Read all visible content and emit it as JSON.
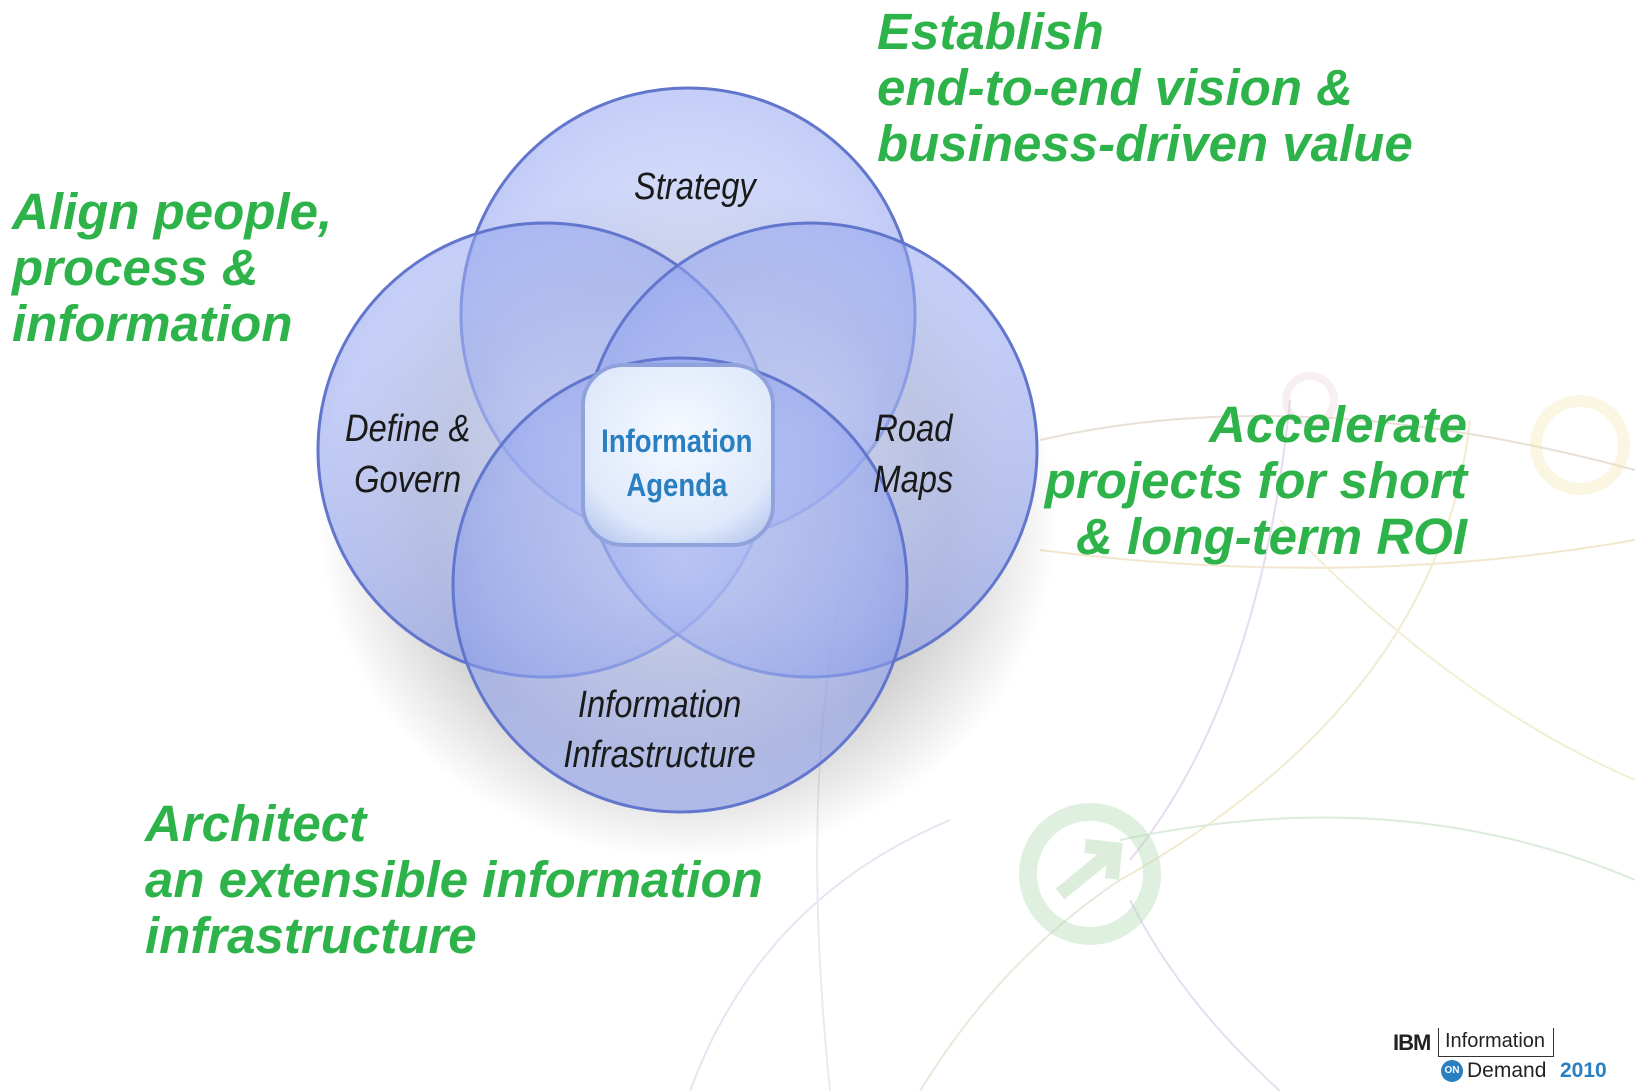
{
  "diagram": {
    "circles": [
      {
        "id": "strategy",
        "label_lines": [
          "Strategy"
        ]
      },
      {
        "id": "define",
        "label_lines": [
          "Define &",
          "Govern"
        ]
      },
      {
        "id": "roadmaps",
        "label_lines": [
          "Road",
          "Maps"
        ]
      },
      {
        "id": "infrastructure",
        "label_lines": [
          "Information",
          "Infrastructure"
        ]
      }
    ],
    "center": {
      "label_lines": [
        "Information",
        "Agenda"
      ]
    }
  },
  "callouts": {
    "establish": [
      "Establish",
      "end-to-end vision &",
      "business-driven value"
    ],
    "align": [
      "Align people,",
      "process &",
      "information"
    ],
    "accelerate": [
      "Accelerate",
      "projects for short",
      "& long-term ROI"
    ],
    "architect": [
      "Architect",
      "an extensible information",
      "infrastructure"
    ]
  },
  "logo": {
    "brand": "IBM",
    "line1": "Information",
    "badge": "ON",
    "line2": "Demand",
    "year": "2010"
  },
  "colors": {
    "callout_text": "#2db34a",
    "circle_fill": "#8ea3f0",
    "circle_stroke": "#5f74c9",
    "center_text": "#2a7fc1"
  }
}
